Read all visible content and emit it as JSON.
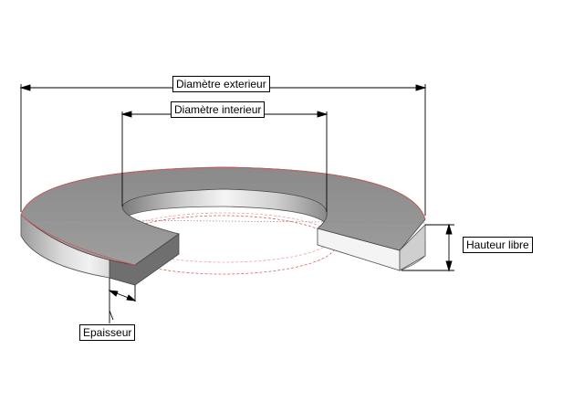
{
  "labels": {
    "outer_diameter": "Diamètre exterieur",
    "inner_diameter": "Diamètre interieur",
    "free_height": "Hauteur libre",
    "thickness": "Epaisseur"
  },
  "colors": {
    "face_top": "#8f8f8f",
    "face_side_light": "#e6e6e6",
    "face_side_dark": "#6f6f6f",
    "hidden_edge": "#e06060",
    "dimension_line": "#000000"
  }
}
